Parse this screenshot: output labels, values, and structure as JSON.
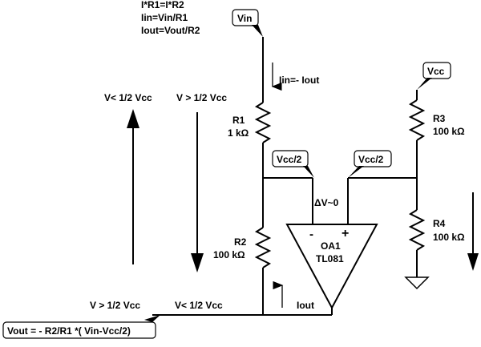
{
  "equations": [
    "I*R1=I*R2",
    "Iin=Vin/R1",
    "Iout=Vout/R2"
  ],
  "vin_tag": "Vin",
  "vcc_tag": "Vcc",
  "vcc2_left_tag": "Vcc/2",
  "vcc2_right_tag": "Vcc/2",
  "vout_tag": "Vout = - R2/R1 *( Vin-Vcc/2)",
  "iin_label": "Iin=- Iout",
  "iout_label": "Iout",
  "r1": {
    "name": "R1",
    "value": "1 kΩ"
  },
  "r2": {
    "name": "R2",
    "value": "100 kΩ"
  },
  "r3": {
    "name": "R3",
    "value": "100 kΩ"
  },
  "r4": {
    "name": "R4",
    "value": "100 kΩ"
  },
  "opamp": {
    "name": "OA1",
    "part": "TL081",
    "minus": "-",
    "plus": "+"
  },
  "delta_v": "ΔV~0",
  "top_left_label": "V< 1/2 Vcc",
  "top_mid_label": "V > 1/2 Vcc",
  "bottom_left_label": "V > 1/2 Vcc",
  "bottom_mid_label": "V< 1/2 Vcc"
}
